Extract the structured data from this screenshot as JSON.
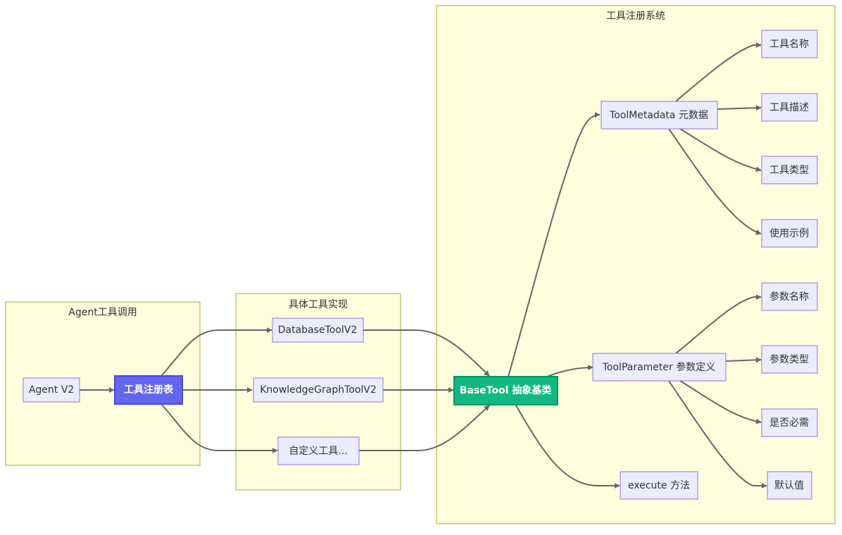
{
  "diagram": {
    "type": "flowchart",
    "direction": "LR",
    "clusters": [
      {
        "id": "agent",
        "label": "Agent工具调用"
      },
      {
        "id": "impl",
        "label": "具体工具实现"
      },
      {
        "id": "registry",
        "label": "工具注册系统"
      }
    ],
    "nodes": [
      {
        "id": "agentv2",
        "label": "Agent V2",
        "cluster": "agent",
        "style": "default"
      },
      {
        "id": "toolreg",
        "label": "工具注册表",
        "cluster": "agent",
        "style": "registry"
      },
      {
        "id": "dbtool",
        "label": "DatabaseToolV2",
        "cluster": "impl",
        "style": "default"
      },
      {
        "id": "kgtool",
        "label": "KnowledgeGraphToolV2",
        "cluster": "impl",
        "style": "default"
      },
      {
        "id": "customtool",
        "label": "自定义工具...",
        "cluster": "impl",
        "style": "default"
      },
      {
        "id": "basetool",
        "label": "BaseTool 抽象基类",
        "cluster": "registry",
        "style": "basetool"
      },
      {
        "id": "metadata",
        "label": "ToolMetadata 元数据",
        "cluster": "registry",
        "style": "default"
      },
      {
        "id": "param",
        "label": "ToolParameter 参数定义",
        "cluster": "registry",
        "style": "default"
      },
      {
        "id": "execute",
        "label": "execute 方法",
        "cluster": "registry",
        "style": "default"
      },
      {
        "id": "toolname",
        "label": "工具名称",
        "cluster": "registry",
        "style": "default"
      },
      {
        "id": "tooldesc",
        "label": "工具描述",
        "cluster": "registry",
        "style": "default"
      },
      {
        "id": "tooltype",
        "label": "工具类型",
        "cluster": "registry",
        "style": "default"
      },
      {
        "id": "example",
        "label": "使用示例",
        "cluster": "registry",
        "style": "default"
      },
      {
        "id": "paramname",
        "label": "参数名称",
        "cluster": "registry",
        "style": "default"
      },
      {
        "id": "paramtype",
        "label": "参数类型",
        "cluster": "registry",
        "style": "default"
      },
      {
        "id": "required",
        "label": "是否必需",
        "cluster": "registry",
        "style": "default"
      },
      {
        "id": "default",
        "label": "默认值",
        "cluster": "registry",
        "style": "default"
      }
    ],
    "edges": [
      {
        "from": "agentv2",
        "to": "toolreg"
      },
      {
        "from": "toolreg",
        "to": "dbtool"
      },
      {
        "from": "toolreg",
        "to": "kgtool"
      },
      {
        "from": "toolreg",
        "to": "customtool"
      },
      {
        "from": "dbtool",
        "to": "basetool"
      },
      {
        "from": "kgtool",
        "to": "basetool"
      },
      {
        "from": "customtool",
        "to": "basetool"
      },
      {
        "from": "basetool",
        "to": "metadata"
      },
      {
        "from": "basetool",
        "to": "param"
      },
      {
        "from": "basetool",
        "to": "execute"
      },
      {
        "from": "metadata",
        "to": "toolname"
      },
      {
        "from": "metadata",
        "to": "tooldesc"
      },
      {
        "from": "metadata",
        "to": "tooltype"
      },
      {
        "from": "metadata",
        "to": "example"
      },
      {
        "from": "param",
        "to": "paramname"
      },
      {
        "from": "param",
        "to": "paramtype"
      },
      {
        "from": "param",
        "to": "required"
      },
      {
        "from": "param",
        "to": "default"
      }
    ],
    "colors": {
      "cluster_fill": "#ffffde",
      "cluster_stroke": "#aaaa33",
      "node_fill": "#ececff",
      "node_stroke": "#9370db",
      "registry_fill": "#6366f1",
      "basetool_fill": "#10b981",
      "edge": "#666666"
    }
  }
}
